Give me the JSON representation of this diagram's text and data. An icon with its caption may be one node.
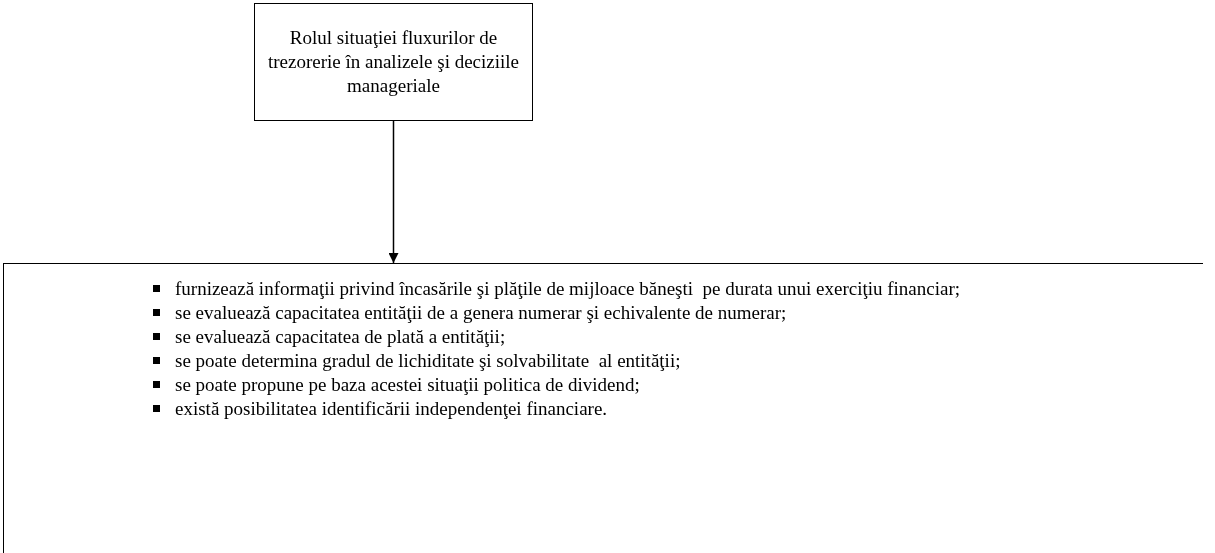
{
  "diagram": {
    "nodes": [
      {
        "text": [
          "Rolul situaţiei fluxurilor de trezorerie în analizele şi deciziile manageriale"
        ]
      },
      {
        "text": [
          "furnizează informaţii privind încasările şi plăţile de mijloace băneşti  pe durata unui exerciţiu financiar;",
          "se evaluează capacitatea entităţii de a genera numerar şi echivalente de numerar;",
          "se evaluează capacitatea de plată a entităţii;",
          "se poate determina gradul de lichiditate şi solvabilitate  al entităţii;",
          "se poate propune pe baza acestei situaţii politica de dividend;",
          "există posibilitatea identificării independenţei financiare."
        ]
      }
    ],
    "edges": [
      {
        "from": 0,
        "to": 1,
        "arrow": "to"
      }
    ]
  }
}
